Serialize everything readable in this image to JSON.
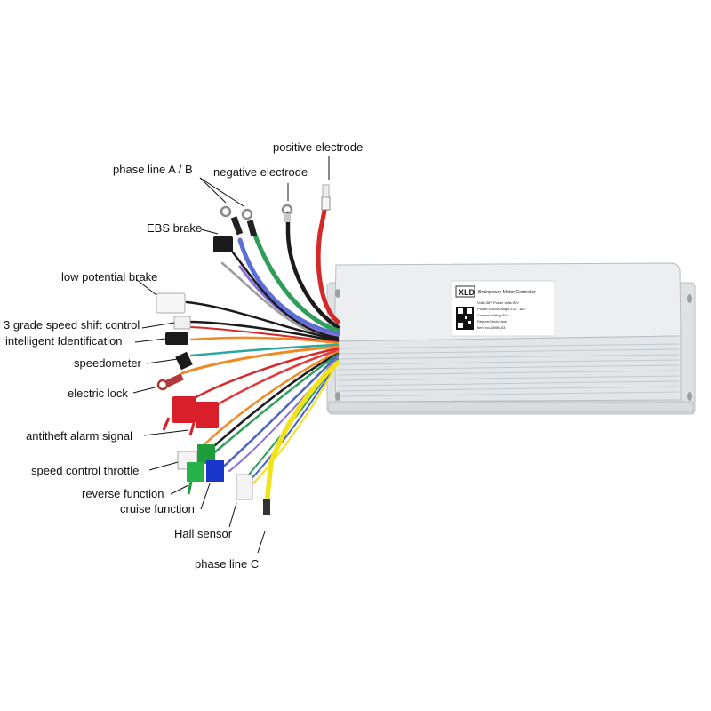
{
  "labels": {
    "positive_electrode": "positive electrode",
    "phase_line_ab": "phase line A / B",
    "negative_electrode": "negative electrode",
    "ebs_brake": "EBS brake",
    "low_potential_brake": "low potential brake",
    "speed_shift": "3 grade speed shift control",
    "intelligent_identification": "intelligent Identification",
    "speedometer": "speedometer",
    "electric_lock": "electric lock",
    "antitheft_alarm": "antitheft alarm signal",
    "speed_control_throttle": "speed control throttle",
    "reverse_function": "reverse function",
    "cruise_function": "cruise function",
    "hall_sensor": "Hall sensor",
    "phase_line_c": "phase line C"
  },
  "sticker": {
    "logo": "XLD",
    "title": "Brainpower Motor Controller",
    "lines": [
      "Volts:36V    Power volts:32V",
      "Power:1500W/Angle:120°  180°",
      "Current limiting:50A",
      "Degree/Sector:low",
      "Item no:A5BKL53"
    ]
  },
  "colors": {
    "controller_body": "#e9ebec",
    "wire_red": "#d62828",
    "wire_black": "#1b1b1b",
    "wire_green": "#2f9e5b",
    "wire_blue": "#4a63c9",
    "wire_yellow": "#f2e21b",
    "wire_orange": "#f08a24",
    "wire_purple": "#8a6fd8"
  }
}
